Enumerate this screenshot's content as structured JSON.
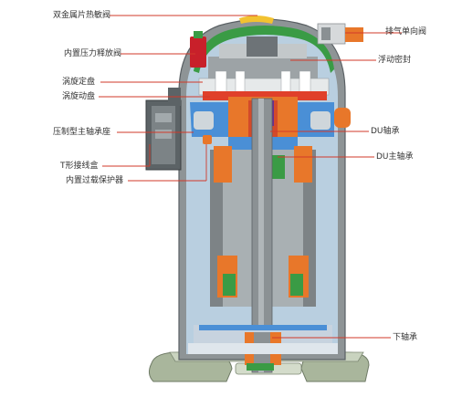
{
  "labels": {
    "left": [
      {
        "id": "bimetal-disc",
        "text": "双金属片热敏阀"
      },
      {
        "id": "internal-relief-valve",
        "text": "内置压力释放阀"
      },
      {
        "id": "fixed-scroll",
        "text": "涡旋定盘"
      },
      {
        "id": "orbiting-scroll",
        "text": "涡旋动盘"
      },
      {
        "id": "main-bearing-housing",
        "text": "压制型主轴承座"
      },
      {
        "id": "t-terminal-box",
        "text": "T形接线盒"
      },
      {
        "id": "overload-protector",
        "text": "内置过载保护器"
      }
    ],
    "right": [
      {
        "id": "discharge-check-valve",
        "text": "排气单向阀"
      },
      {
        "id": "floating-seal",
        "text": "浮动密封"
      },
      {
        "id": "du-bearing",
        "text": "DU轴承"
      },
      {
        "id": "du-main-bearing",
        "text": "DU主轴承"
      },
      {
        "id": "lower-bearing",
        "text": "下轴承"
      }
    ]
  },
  "colors": {
    "shell_outer": "#8e9496",
    "shell_inner": "#b9cfe0",
    "cavity_gray": "#9da3a6",
    "green_cap": "#3a9b45",
    "orange": "#e8772a",
    "red_scroll": "#e0402a",
    "blue_bearing": "#4a8fd6",
    "base_green": "#a9b69c",
    "shaft_gray": "#8b9194",
    "leader": "#d23a2a",
    "valve_red": "#c8202a",
    "purple": "#6a2e8e"
  }
}
